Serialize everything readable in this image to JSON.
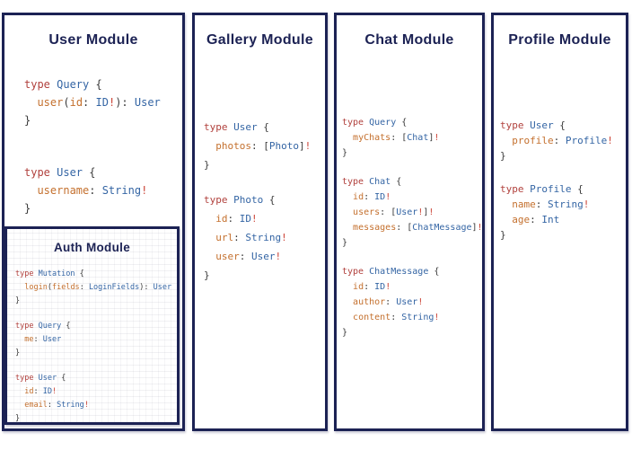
{
  "colors": {
    "border": "#1c2254",
    "title": "#1c2254",
    "keyword": "#b1413d",
    "type": "#3465a4",
    "field": "#c4702e",
    "bang": "#cb4437",
    "punct": "#3a3a3a",
    "background": "#ffffff"
  },
  "panels": [
    {
      "id": "user-module",
      "title": "User Module",
      "blocks": [
        [
          [
            [
              "keyword",
              "type "
            ],
            [
              "type",
              "Query "
            ],
            [
              "punct",
              "{"
            ]
          ],
          [
            [
              "punct",
              "  "
            ],
            [
              "field",
              "user"
            ],
            [
              "punct",
              "("
            ],
            [
              "field",
              "id"
            ],
            [
              "punct",
              ": "
            ],
            [
              "type",
              "ID"
            ],
            [
              "bang",
              "!"
            ],
            [
              "punct",
              "): "
            ],
            [
              "type",
              "User"
            ]
          ],
          [
            [
              "punct",
              "}"
            ]
          ]
        ],
        [
          [
            [
              "keyword",
              "type "
            ],
            [
              "type",
              "User "
            ],
            [
              "punct",
              "{"
            ]
          ],
          [
            [
              "punct",
              "  "
            ],
            [
              "field",
              "username"
            ],
            [
              "punct",
              ": "
            ],
            [
              "type",
              "String"
            ],
            [
              "bang",
              "!"
            ]
          ],
          [
            [
              "punct",
              "}"
            ]
          ]
        ]
      ]
    },
    {
      "id": "gallery-module",
      "title": "Gallery Module",
      "blocks": [
        [
          [
            [
              "keyword",
              "type "
            ],
            [
              "type",
              "User "
            ],
            [
              "punct",
              "{"
            ]
          ],
          [
            [
              "punct",
              "  "
            ],
            [
              "field",
              "photos"
            ],
            [
              "punct",
              ": ["
            ],
            [
              "type",
              "Photo"
            ],
            [
              "punct",
              "]"
            ],
            [
              "bang",
              "!"
            ]
          ],
          [
            [
              "punct",
              "}"
            ]
          ]
        ],
        [
          [
            [
              "keyword",
              "type "
            ],
            [
              "type",
              "Photo "
            ],
            [
              "punct",
              "{"
            ]
          ],
          [
            [
              "punct",
              "  "
            ],
            [
              "field",
              "id"
            ],
            [
              "punct",
              ": "
            ],
            [
              "type",
              "ID"
            ],
            [
              "bang",
              "!"
            ]
          ],
          [
            [
              "punct",
              "  "
            ],
            [
              "field",
              "url"
            ],
            [
              "punct",
              ": "
            ],
            [
              "type",
              "String"
            ],
            [
              "bang",
              "!"
            ]
          ],
          [
            [
              "punct",
              "  "
            ],
            [
              "field",
              "user"
            ],
            [
              "punct",
              ": "
            ],
            [
              "type",
              "User"
            ],
            [
              "bang",
              "!"
            ]
          ],
          [
            [
              "punct",
              "}"
            ]
          ]
        ]
      ]
    },
    {
      "id": "chat-module",
      "title": "Chat Module",
      "blocks": [
        [
          [
            [
              "keyword",
              "type "
            ],
            [
              "type",
              "Query "
            ],
            [
              "punct",
              "{"
            ]
          ],
          [
            [
              "punct",
              "  "
            ],
            [
              "field",
              "myChats"
            ],
            [
              "punct",
              ": ["
            ],
            [
              "type",
              "Chat"
            ],
            [
              "punct",
              "]"
            ],
            [
              "bang",
              "!"
            ]
          ],
          [
            [
              "punct",
              "}"
            ]
          ]
        ],
        [
          [
            [
              "keyword",
              "type "
            ],
            [
              "type",
              "Chat "
            ],
            [
              "punct",
              "{"
            ]
          ],
          [
            [
              "punct",
              "  "
            ],
            [
              "field",
              "id"
            ],
            [
              "punct",
              ": "
            ],
            [
              "type",
              "ID"
            ],
            [
              "bang",
              "!"
            ]
          ],
          [
            [
              "punct",
              "  "
            ],
            [
              "field",
              "users"
            ],
            [
              "punct",
              ": ["
            ],
            [
              "type",
              "User"
            ],
            [
              "bang",
              "!"
            ],
            [
              "punct",
              "]"
            ],
            [
              "bang",
              "!"
            ]
          ],
          [
            [
              "punct",
              "  "
            ],
            [
              "field",
              "messages"
            ],
            [
              "punct",
              ": ["
            ],
            [
              "type",
              "ChatMessage"
            ],
            [
              "punct",
              "]"
            ],
            [
              "bang",
              "!"
            ]
          ],
          [
            [
              "punct",
              "}"
            ]
          ]
        ],
        [
          [
            [
              "keyword",
              "type "
            ],
            [
              "type",
              "ChatMessage "
            ],
            [
              "punct",
              "{"
            ]
          ],
          [
            [
              "punct",
              "  "
            ],
            [
              "field",
              "id"
            ],
            [
              "punct",
              ": "
            ],
            [
              "type",
              "ID"
            ],
            [
              "bang",
              "!"
            ]
          ],
          [
            [
              "punct",
              "  "
            ],
            [
              "field",
              "author"
            ],
            [
              "punct",
              ": "
            ],
            [
              "type",
              "User"
            ],
            [
              "bang",
              "!"
            ]
          ],
          [
            [
              "punct",
              "  "
            ],
            [
              "field",
              "content"
            ],
            [
              "punct",
              ": "
            ],
            [
              "type",
              "String"
            ],
            [
              "bang",
              "!"
            ]
          ],
          [
            [
              "punct",
              "}"
            ]
          ]
        ]
      ]
    },
    {
      "id": "profile-module",
      "title": "Profile Module",
      "blocks": [
        [
          [
            [
              "keyword",
              "type "
            ],
            [
              "type",
              "User "
            ],
            [
              "punct",
              "{"
            ]
          ],
          [
            [
              "punct",
              "  "
            ],
            [
              "field",
              "profile"
            ],
            [
              "punct",
              ": "
            ],
            [
              "type",
              "Profile"
            ],
            [
              "bang",
              "!"
            ]
          ],
          [
            [
              "punct",
              "}"
            ]
          ]
        ],
        [
          [
            [
              "keyword",
              "type "
            ],
            [
              "type",
              "Profile "
            ],
            [
              "punct",
              "{"
            ]
          ],
          [
            [
              "punct",
              "  "
            ],
            [
              "field",
              "name"
            ],
            [
              "punct",
              ": "
            ],
            [
              "type",
              "String"
            ],
            [
              "bang",
              "!"
            ]
          ],
          [
            [
              "punct",
              "  "
            ],
            [
              "field",
              "age"
            ],
            [
              "punct",
              ": "
            ],
            [
              "type",
              "Int"
            ]
          ],
          [
            [
              "punct",
              "}"
            ]
          ]
        ]
      ]
    },
    {
      "id": "auth-module",
      "title": "Auth Module",
      "blocks": [
        [
          [
            [
              "keyword",
              "type "
            ],
            [
              "type",
              "Mutation "
            ],
            [
              "punct",
              "{"
            ]
          ],
          [
            [
              "punct",
              "  "
            ],
            [
              "field",
              "login"
            ],
            [
              "punct",
              "("
            ],
            [
              "field",
              "fields"
            ],
            [
              "punct",
              ": "
            ],
            [
              "type",
              "LoginFields"
            ],
            [
              "punct",
              "): "
            ],
            [
              "type",
              "User"
            ]
          ],
          [
            [
              "punct",
              "}"
            ]
          ]
        ],
        [
          [
            [
              "keyword",
              "type "
            ],
            [
              "type",
              "Query "
            ],
            [
              "punct",
              "{"
            ]
          ],
          [
            [
              "punct",
              "  "
            ],
            [
              "field",
              "me"
            ],
            [
              "punct",
              ": "
            ],
            [
              "type",
              "User"
            ]
          ],
          [
            [
              "punct",
              "}"
            ]
          ]
        ],
        [
          [
            [
              "keyword",
              "type "
            ],
            [
              "type",
              "User "
            ],
            [
              "punct",
              "{"
            ]
          ],
          [
            [
              "punct",
              "  "
            ],
            [
              "field",
              "id"
            ],
            [
              "punct",
              ": "
            ],
            [
              "type",
              "ID"
            ],
            [
              "bang",
              "!"
            ]
          ],
          [
            [
              "punct",
              "  "
            ],
            [
              "field",
              "email"
            ],
            [
              "punct",
              ": "
            ],
            [
              "type",
              "String"
            ],
            [
              "bang",
              "!"
            ]
          ],
          [
            [
              "punct",
              "}"
            ]
          ]
        ]
      ]
    }
  ]
}
